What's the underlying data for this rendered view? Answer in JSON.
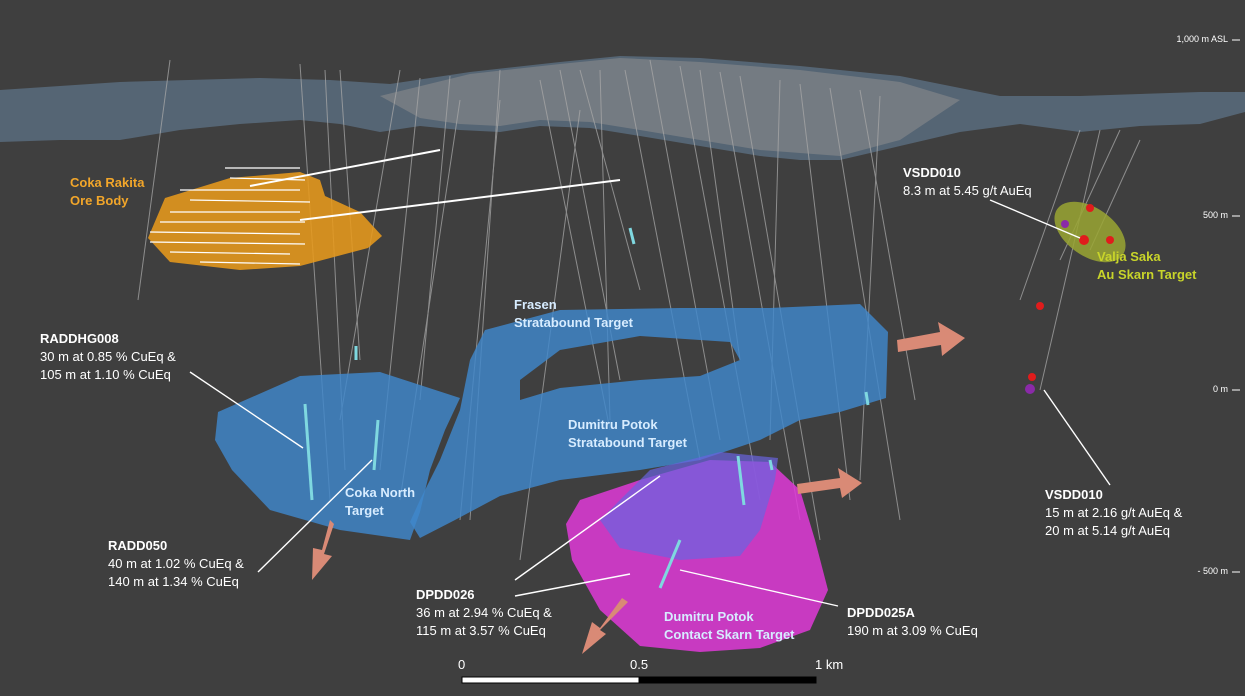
{
  "elevation_axis": {
    "ticks": [
      {
        "label": "1,000 m ASL",
        "value": 1000
      },
      {
        "label": "500 m",
        "value": 500
      },
      {
        "label": "0 m",
        "value": 0
      },
      {
        "label": "- 500 m",
        "value": -500
      }
    ]
  },
  "bodies": {
    "coka_rakita": {
      "line1": "Coka Rakita",
      "line2": "Ore Body",
      "color": "#e79a1c"
    },
    "valja_saka": {
      "line1": "Valja Saka",
      "line2": "Au Skarn Target",
      "color": "#9aa632"
    },
    "frasen": {
      "line1": "Frasen",
      "line2": "Stratabound Target",
      "color": "#3f88cc"
    },
    "dumitru_strat": {
      "line1": "Dumitru Potok",
      "line2": "Stratabound Target",
      "color": "#3f88cc"
    },
    "coka_north": {
      "line1": "Coka North",
      "line2": "Target",
      "color": "#3f88cc"
    },
    "dumitru_skarn": {
      "line1": "Dumitru Potok",
      "line2": "Contact Skarn Target",
      "color": "#e03ad8"
    }
  },
  "callouts": {
    "vsdd010_top": {
      "hole": "VSDD010",
      "line1": "8.3 m at 5.45 g/t AuEq"
    },
    "raddhg008": {
      "hole": "RADDHG008",
      "line1": "30 m at 0.85  % CuEq &",
      "line2": "105 m at 1.10 % CuEq"
    },
    "radd050": {
      "hole": "RADD050",
      "line1": "40 m at 1.02  % CuEq &",
      "line2": "140 m at 1.34 % CuEq"
    },
    "dpdd026": {
      "hole": "DPDD026",
      "line1": "36 m at 2.94  % CuEq &",
      "line2": "115 m at 3.57 % CuEq"
    },
    "dpdd025a": {
      "hole": "DPDD025A",
      "line1": "190 m at 3.09 % CuEq"
    },
    "vsdd010_bottom": {
      "hole": "VSDD010",
      "line1": "15 m at 2.16 g/t AuEq &",
      "line2": "20 m at 5.14 g/t AuEq"
    }
  },
  "scale_bar": {
    "labels": [
      "0",
      "0.5",
      "1 km"
    ]
  },
  "colors": {
    "background": "#3f3f3f",
    "arrow": "#d98a76",
    "drill_trace": "#a8a8a8",
    "intercept": "#7fd8e0",
    "gold_hit": "#e01c1c"
  }
}
